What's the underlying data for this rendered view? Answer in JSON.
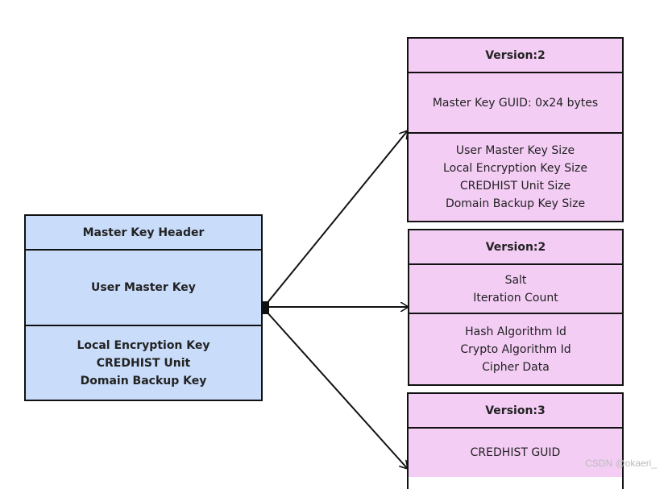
{
  "master_key": {
    "header": "Master Key Header",
    "user_master_key": "User Master Key",
    "keys": [
      "Local Encryption Key",
      "CREDHIST Unit",
      "Domain Backup Key"
    ]
  },
  "header_block": {
    "version": "Version:2",
    "guid": "Master Key GUID: 0x24 bytes",
    "sizes": [
      "User Master Key Size",
      "Local Encryption Key Size",
      "CREDHIST Unit Size",
      "Domain Backup Key Size"
    ]
  },
  "user_key_block": {
    "version": "Version:2",
    "params": [
      "Salt",
      "Iteration Count"
    ],
    "algo": [
      "Hash Algorithm Id",
      "Crypto Algorithm Id",
      "Cipher Data"
    ]
  },
  "credhist_block": {
    "version": "Version:3",
    "guid": "CREDHIST GUID"
  },
  "watermark": "CSDN @okaeri_",
  "colors": {
    "blue": "#c9dcfa",
    "pink": "#f4cdf5",
    "border": "#111111"
  }
}
